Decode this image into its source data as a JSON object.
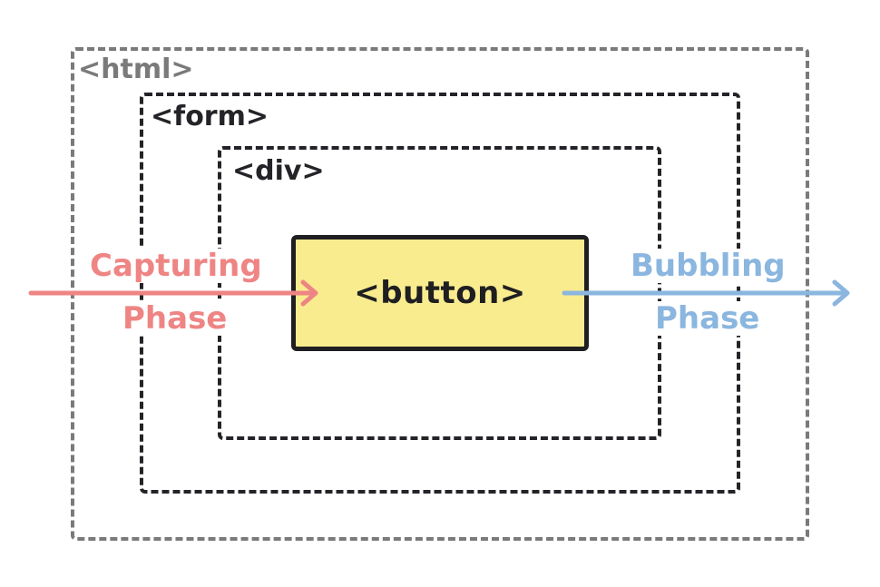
{
  "boxes": {
    "html_label": "<html>",
    "form_label": "<form>",
    "div_label": "<div>",
    "button_label": "<button>"
  },
  "phases": {
    "capturing": {
      "line1": "Capturing",
      "line2": "Phase",
      "color": "#ee8584"
    },
    "bubbling": {
      "line1": "Bubbling",
      "line2": "Phase",
      "color": "#8ab6df"
    }
  },
  "colors": {
    "outer_box_border": "#7a7a7a",
    "inner_box_border": "#242428",
    "button_fill": "#f9ec8e",
    "button_border": "#1f1f22"
  }
}
